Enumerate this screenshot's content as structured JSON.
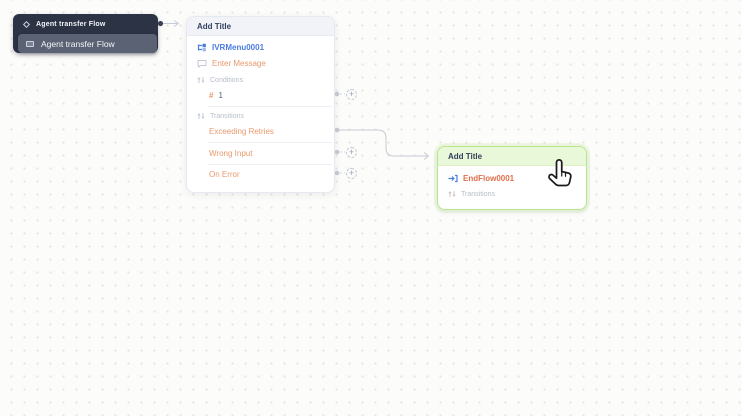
{
  "drag_node": {
    "source_label": "Agent transfer Flow",
    "ghost_label": "Agent transfer Flow"
  },
  "ivr_card": {
    "title": "Add Title",
    "node_name": "IVRMenu0001",
    "message_item": "Enter Message",
    "conditions_section": "Conditions",
    "condition_prefix": "#",
    "condition_number": "1",
    "transitions_section": "Transitions",
    "transition_exceeding": "Exceeding Retries",
    "transition_wrong": "Wrong Input",
    "transition_error": "On Error"
  },
  "end_card": {
    "title": "Add Title",
    "node_name": "EndFlow0001",
    "transitions_section": "Transitions"
  },
  "connectors": {
    "plus_glyph": "+"
  },
  "icons": {
    "drag_source": "diamond-outline",
    "drag_ghost": "window",
    "ivr_menu": "sitemap-branch",
    "message": "speech-bubble",
    "sections": "up-down-arrows",
    "end_flow": "arrow-into-bracket",
    "cursor": "hand-pointer"
  },
  "colors": {
    "canvas_bg": "#fcfcfa",
    "grid_dot": "#e4e4e0",
    "dark_node_bg": "#2c3344",
    "dark_node_ghost_bg": "#5b6274",
    "ivr_header_bg": "#f1f3f9",
    "end_header_bg": "#e9f8d9",
    "end_border_green": "#b9e58b",
    "node_name_blue": "#4a7de0",
    "transition_orange": "#e89a6e",
    "end_flow_red": "#df6f4c",
    "section_label_gray": "#b6bdc9",
    "connector_gray": "#c6cad4",
    "header_text": "#33415e"
  }
}
